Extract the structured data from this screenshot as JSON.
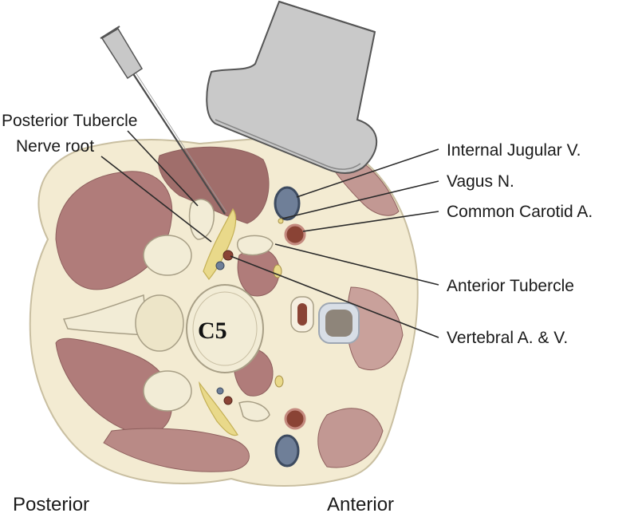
{
  "labels": {
    "posterior_tubercle": "Posterior Tubercle",
    "nerve_root": "Nerve root",
    "internal_jugular": "Internal Jugular V.",
    "vagus": "Vagus N.",
    "common_carotid": "Common Carotid A.",
    "anterior_tubercle": "Anterior Tubercle",
    "vertebral": "Vertebral A. & V.",
    "vertebra": "C5",
    "posterior": "Posterior",
    "anterior": "Anterior"
  },
  "colors": {
    "skin": "#f3ebd2",
    "muscle": "#b07c7a",
    "muscle_dark": "#9a6563",
    "bone": "#f2ecd6",
    "nerve": "#e9d98a",
    "vein": "#6f7f98",
    "artery": "#8a4335",
    "probe": "#c9c9c9"
  },
  "icons": {
    "probe": "ultrasound-probe-icon",
    "needle": "needle-icon"
  }
}
